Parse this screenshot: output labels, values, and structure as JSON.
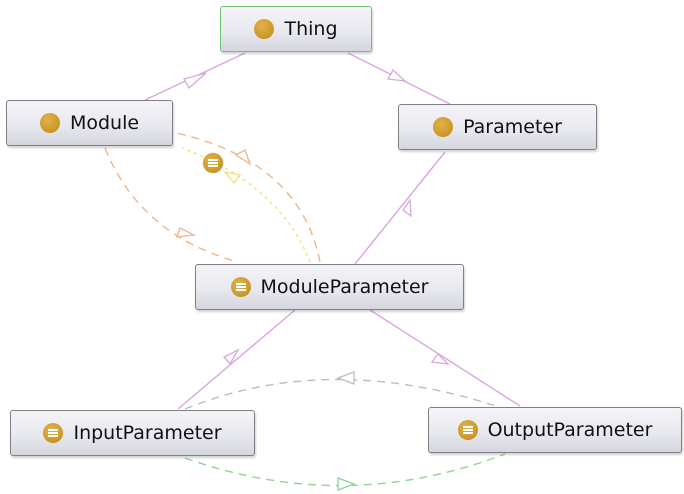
{
  "nodes": {
    "thing": {
      "label": "Thing",
      "icon": "class-icon"
    },
    "module": {
      "label": "Module",
      "icon": "class-icon"
    },
    "parameter": {
      "label": "Parameter",
      "icon": "class-icon"
    },
    "module_parameter": {
      "label": "ModuleParameter",
      "icon": "defined-class-icon"
    },
    "input_parameter": {
      "label": "InputParameter",
      "icon": "defined-class-icon"
    },
    "output_parameter": {
      "label": "OutputParameter",
      "icon": "defined-class-icon"
    }
  },
  "floating_icon": {
    "icon": "defined-class-icon"
  },
  "colors": {
    "subclass_edge": "#d9a6e0",
    "object_property_edge": "#f0b48a",
    "equivalence_edge": "#f5de7a",
    "disjoint_edge": "#bdbdbd",
    "inverse_edge": "#8fd48f",
    "icon_gold": "#cf9a2a",
    "selected_border": "#6fc36f"
  }
}
